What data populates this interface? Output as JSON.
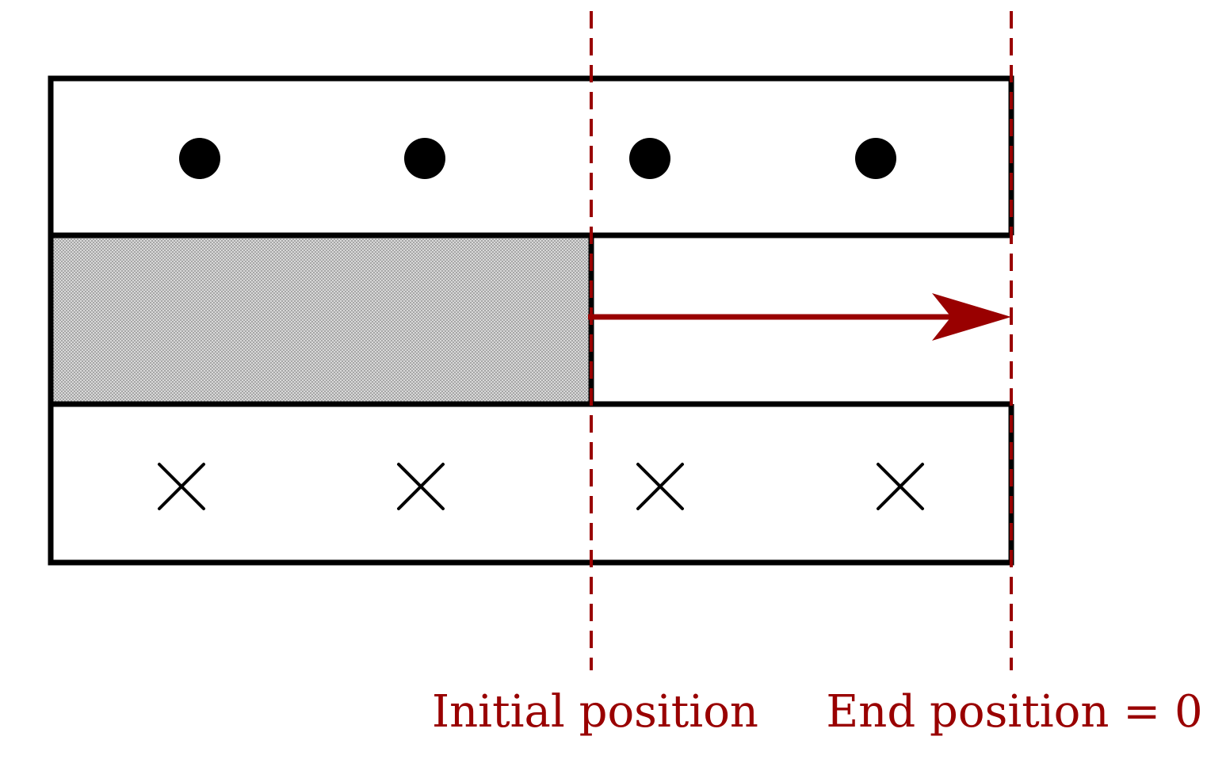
{
  "colors": {
    "stroke": "#000000",
    "accent": "#990000",
    "hatch_fill": "#c8c8c8",
    "background": "#ffffff"
  },
  "top_row": {
    "marker": "filled-circle",
    "marker_count": 4
  },
  "middle_row": {
    "fill": "hatched",
    "arrow_direction": "right"
  },
  "bottom_row": {
    "marker": "cross",
    "marker_count": 4
  },
  "labels": {
    "initial": "Initial position",
    "end": "End position = 0"
  }
}
